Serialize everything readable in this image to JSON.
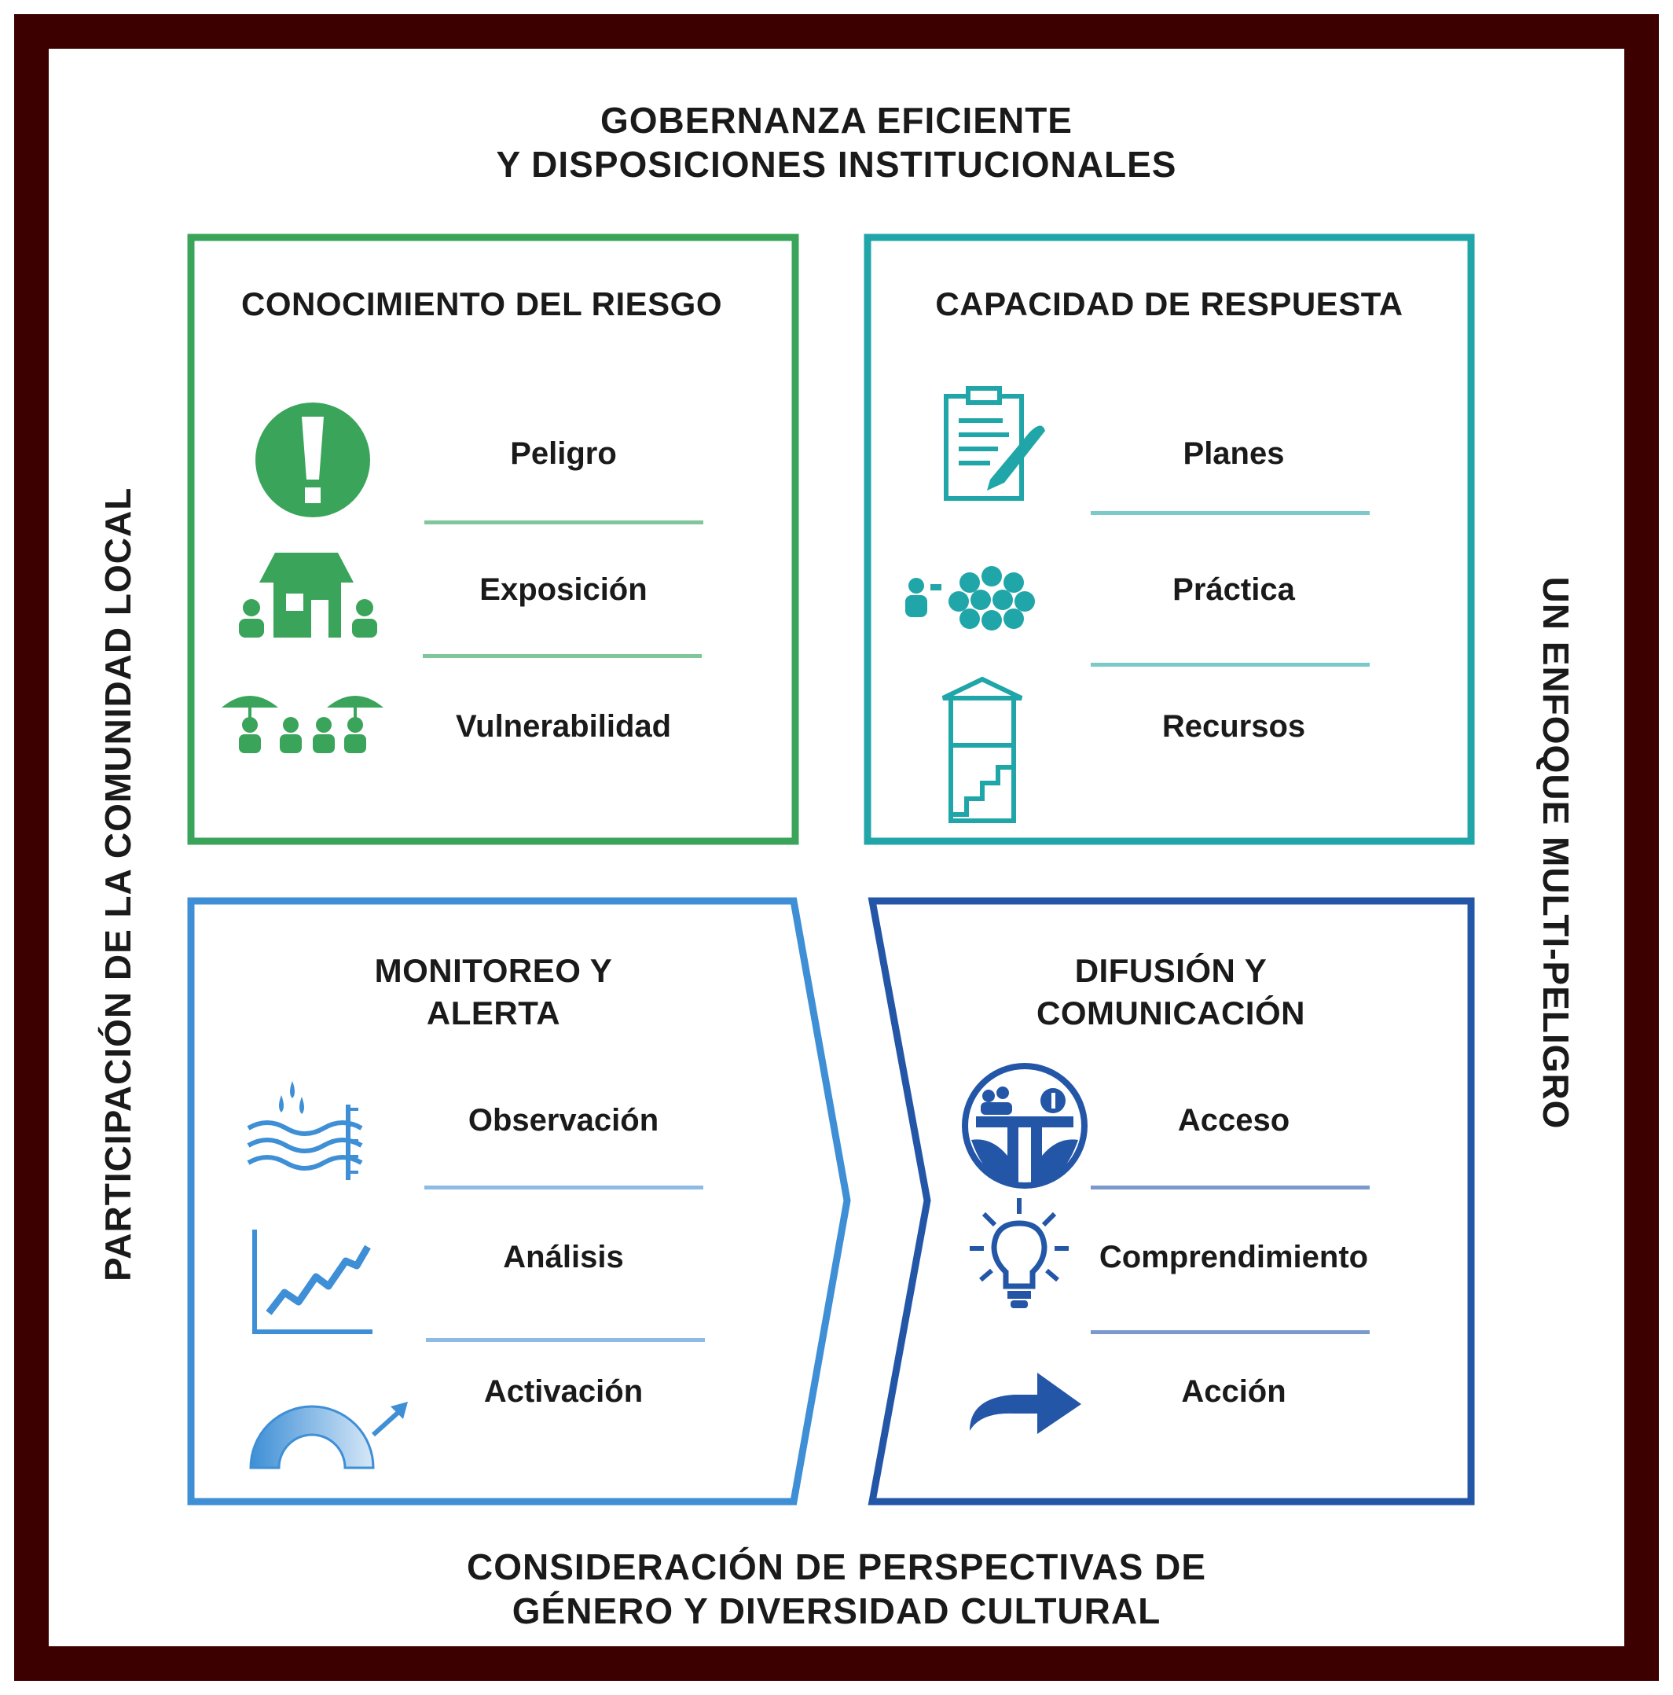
{
  "top_title": {
    "line1": "GOBERNANZA EFICIENTE",
    "line2": "Y DISPOSICIONES INSTITUCIONALES"
  },
  "bottom_title": {
    "line1": "CONSIDERACIÓN DE PERSPECTIVAS DE",
    "line2": "GÉNERO Y DIVERSIDAD CULTURAL"
  },
  "left_title": "PARTICIPACIÓN DE LA COMUNIDAD LOCAL",
  "right_title": "UN ENFOQUE MULTI-PELIGRO",
  "panels": {
    "risk_knowledge": {
      "title": "CONOCIMIENTO DEL RIESGO",
      "color": "#3aa45a",
      "items": [
        {
          "label": "Peligro",
          "icon": "hazard-exclamation-icon"
        },
        {
          "label": "Exposición",
          "icon": "house-people-icon"
        },
        {
          "label": "Vulnerabilidad",
          "icon": "people-umbrella-icon"
        }
      ]
    },
    "response_capacity": {
      "title": "CAPACIDAD DE RESPUESTA",
      "color": "#20a6a8",
      "items": [
        {
          "label": "Planes",
          "icon": "clipboard-pen-icon"
        },
        {
          "label": "Práctica",
          "icon": "group-training-icon"
        },
        {
          "label": "Recursos",
          "icon": "tower-stairs-icon"
        }
      ]
    },
    "monitoring_alert": {
      "title_line1": "MONITOREO Y",
      "title_line2": "ALERTA",
      "color": "#3e8fd6",
      "items": [
        {
          "label": "Observación",
          "icon": "water-level-icon"
        },
        {
          "label": "Análisis",
          "icon": "line-graph-icon"
        },
        {
          "label": "Activación",
          "icon": "gauge-arrow-icon"
        }
      ]
    },
    "dissemination": {
      "title_line1": "DIFUSIÓN Y",
      "title_line2": "COMUNICACIÓN",
      "color": "#2456a8",
      "items": [
        {
          "label": "Acceso",
          "icon": "info-access-icon"
        },
        {
          "label": "Comprendimiento",
          "icon": "lightbulb-icon"
        },
        {
          "label": "Acción",
          "icon": "arrow-right-icon"
        }
      ]
    }
  }
}
